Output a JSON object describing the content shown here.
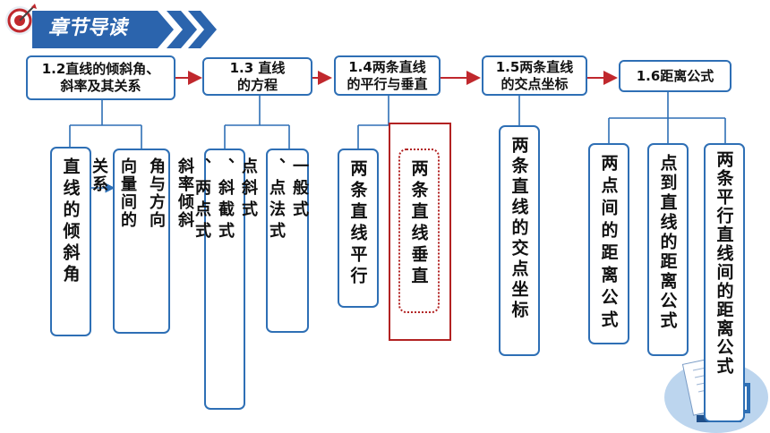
{
  "header": {
    "title": "章节导读"
  },
  "chapters": [
    {
      "id": "1.2",
      "label_lines": [
        "1.2直线的倾斜角、",
        "斜率及其关系"
      ],
      "subs": [
        {
          "label_cols": [
            "直线的倾斜角"
          ]
        },
        {
          "label_cols": [
            "斜率倾斜",
            "角与方向",
            "向量间的",
            "关系"
          ]
        }
      ]
    },
    {
      "id": "1.3",
      "label_lines": [
        "1.3 直线",
        "的方程"
      ],
      "subs": [
        {
          "label_cols": [
            "点斜式",
            "、斜截式",
            "、两点式"
          ]
        },
        {
          "label_cols": [
            "一般式",
            "、点法式"
          ]
        }
      ]
    },
    {
      "id": "1.4",
      "label_lines": [
        "1.4两条直线",
        "的平行与垂直"
      ],
      "subs": [
        {
          "label_cols": [
            "两条直线平行"
          ]
        },
        {
          "label_cols": [
            "两条直线垂直"
          ],
          "highlighted": true
        }
      ]
    },
    {
      "id": "1.5",
      "label_lines": [
        "1.5两条直线",
        "的交点坐标"
      ],
      "subs": [
        {
          "label_cols": [
            "两条直线的交点坐标"
          ]
        }
      ]
    },
    {
      "id": "1.6",
      "label_lines": [
        "1.6距离公式"
      ],
      "subs": [
        {
          "label_cols": [
            "两点间的距离公式"
          ]
        },
        {
          "label_cols": [
            "点到直线的距离公式"
          ]
        },
        {
          "label_cols": [
            "两条平行直线间的距离公式"
          ]
        }
      ]
    }
  ],
  "colors": {
    "accent_blue": "#2e6fb5",
    "arrow_red": "#c0282d",
    "highlight_red": "#b22222"
  }
}
